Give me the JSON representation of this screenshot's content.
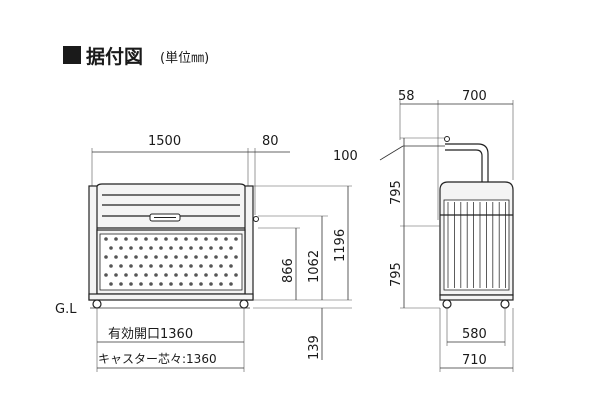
{
  "header": {
    "title": "据付図",
    "unit": "(単位㎜)"
  },
  "front_view": {
    "width_total": "1500",
    "side_extension": "80",
    "height_866": "866",
    "height_1062": "1062",
    "height_1196": "1196",
    "ground_clearance": "139",
    "ground_label": "G.L",
    "effective_opening": "有効開口1360",
    "caster_center": "キャスター芯々:1360"
  },
  "side_view": {
    "top_offset": "58",
    "top_depth": "700",
    "handle_offset": "100",
    "upper_height": "795",
    "lower_height": "795",
    "caster_depth": "580",
    "overall_depth": "710"
  },
  "colors": {
    "line": "#222222",
    "panel": "#f4f4f4",
    "perforation": "#555555"
  }
}
